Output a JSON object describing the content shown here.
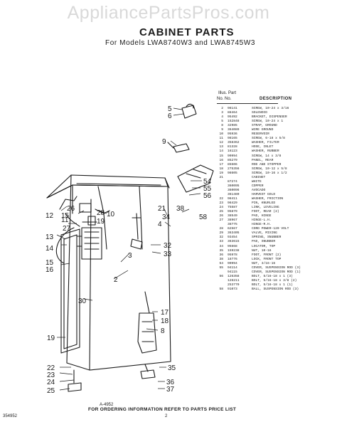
{
  "watermark": "AppliancePartsPros.com",
  "title": "CABINET PARTS",
  "subtitle": "For Models LWA8740W3 and LWA8745W3",
  "table_header": {
    "illus": "Illus. Part",
    "col_no": "No.    No.",
    "col_desc": "DESCRIPTION"
  },
  "parts": [
    {
      "key": "2",
      "part": "98141",
      "desc": "SCREW, 10-24 x 3/16"
    },
    {
      "key": "3",
      "part": "88464",
      "desc": "SOLENOID"
    },
    {
      "key": "4",
      "part": "95492",
      "desc": "BRACKET, DISPENSER"
    },
    {
      "key": "5",
      "part": "152848",
      "desc": "SCREW, 10-24 x 1"
    },
    {
      "key": "8",
      "part": "32985",
      "desc": "STRAP, GROUND"
    },
    {
      "key": "9",
      "part": "364089",
      "desc": "WIRE GROUND"
    },
    {
      "key": "10",
      "part": "95936",
      "desc": "RESERVOIR"
    },
    {
      "key": "11",
      "part": "98165",
      "desc": "SCREW, 6-18 x 5/8"
    },
    {
      "key": "12",
      "part": "358362",
      "desc": "WASHER, FILTER"
    },
    {
      "key": "13",
      "part": "81328",
      "desc": "HOSE, INLET"
    },
    {
      "key": "14",
      "part": "16123",
      "desc": "WASHER, RUBBER"
    },
    {
      "key": "15",
      "part": "90994",
      "desc": "SCREW, 14 x 3/8"
    },
    {
      "key": "16",
      "part": "85279",
      "desc": "PANEL, REAR"
    },
    {
      "key": "17",
      "part": "85506",
      "desc": "ROD AND STOPPER"
    },
    {
      "key": "18",
      "part": "275356",
      "desc": "SCREW, 10-12 x 5/8"
    },
    {
      "key": "19",
      "part": "98605",
      "desc": "SCREW, 10-16 x 1/2"
    },
    {
      "key": "21",
      "part": "",
      "desc": "CABINET"
    },
    {
      "key": "",
      "part": "87274",
      "desc": "WHITE"
    },
    {
      "key": "",
      "part": "360095",
      "desc": "COPPER"
    },
    {
      "key": "",
      "part": "360096",
      "desc": "AVOCADO"
    },
    {
      "key": "",
      "part": "361480",
      "desc": "HARVEST GOLD"
    },
    {
      "key": "22",
      "part": "98411",
      "desc": "WASHER, FRICTION"
    },
    {
      "key": "23",
      "part": "98429",
      "desc": "PIN, KNURLED"
    },
    {
      "key": "24",
      "part": "75587",
      "desc": "LINK, LEVELING"
    },
    {
      "key": "25",
      "part": "95879",
      "desc": "FOOT, REAR (2)"
    },
    {
      "key": "26",
      "part": "38549",
      "desc": "PAD, HINGE"
    },
    {
      "key": "27",
      "part": "38967",
      "desc": "HINGE-L.H."
    },
    {
      "key": "",
      "part": "38775",
      "desc": "HINGE-R.H."
    },
    {
      "key": "28",
      "part": "62567",
      "desc": "CORD POWER-120 VOLT"
    },
    {
      "key": "29",
      "part": "363405",
      "desc": "VALVE, MIXING"
    },
    {
      "key": "32",
      "part": "93454",
      "desc": "SPRING, SNUBBER"
    },
    {
      "key": "33",
      "part": "363615",
      "desc": "PAD, SNUBBER"
    },
    {
      "key": "34",
      "part": "95668",
      "desc": "LOCATOR, TOP"
    },
    {
      "key": "35",
      "part": "159238",
      "desc": "NUT, 10-16"
    },
    {
      "key": "36",
      "part": "95978",
      "desc": "FOOT, FRONT (2)"
    },
    {
      "key": "38",
      "part": "18776",
      "desc": "LOCK, FRONT TOP"
    },
    {
      "key": "54",
      "part": "90994",
      "desc": "NUT, 3/16-16"
    },
    {
      "key": "55",
      "part": "94114",
      "desc": "COVER, SUSPENSION ROD (3)"
    },
    {
      "key": "",
      "part": "94115",
      "desc": "COVER, SUSPENSION ROD (1)"
    },
    {
      "key": "56",
      "part": "126358",
      "desc": "BOLT, 5/16-18 x 1 (3)"
    },
    {
      "key": "",
      "part": "126211",
      "desc": "BOLT, 5/16-18 x 3/8 (2)"
    },
    {
      "key": "",
      "part": "253770",
      "desc": "BOLT, 5/16-18 x 1 (1)"
    },
    {
      "key": "58",
      "part": "91073",
      "desc": "BALL, SUSPENSION ROD (3)"
    }
  ],
  "callouts": {
    "c5": "5",
    "c6": "6",
    "c9": "9",
    "c54": "54",
    "c55": "55",
    "c56": "56",
    "c58": "58",
    "c38": "38",
    "c21": "21",
    "c34": "34",
    "c4": "4",
    "c26": "26",
    "c12": "12",
    "c11": "11",
    "c28": "28",
    "c10": "10",
    "c15": "15",
    "c27": "27",
    "c13": "13",
    "c14": "14",
    "c16": "16",
    "c32": "32",
    "c33": "33",
    "c3": "3",
    "c2": "2",
    "c30": "30",
    "c17": "17",
    "c18": "18",
    "c8": "8",
    "c19": "19",
    "c22": "22",
    "c23": "23",
    "c24": "24",
    "c25": "25",
    "c35": "35",
    "c36": "36",
    "c37": "37"
  },
  "figure_number": "A-4952",
  "footer": "FOR ORDERING INFORMATION REFER TO PARTS PRICE LIST",
  "page_number": "2",
  "publication_number": "354952"
}
